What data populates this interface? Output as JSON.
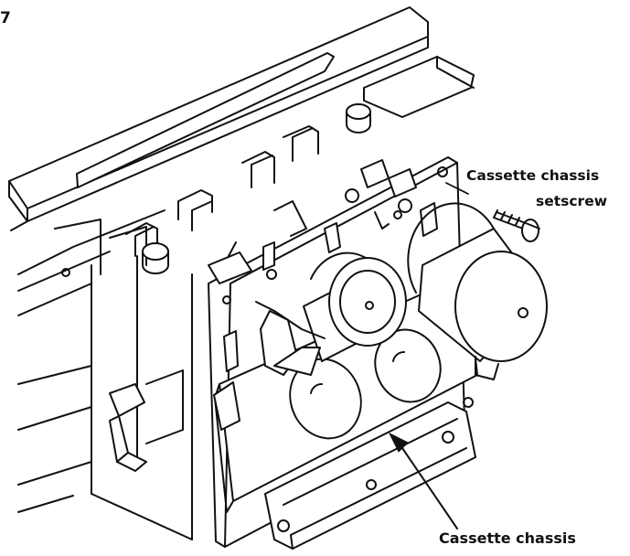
{
  "figure": {
    "number": "7"
  },
  "labels": {
    "setscrew_line1": "Cassette chassis",
    "setscrew_line2": "setscrew",
    "chassis": "Cassette chassis"
  },
  "colors": {
    "ink": "#111111",
    "paper": "#ffffff"
  }
}
